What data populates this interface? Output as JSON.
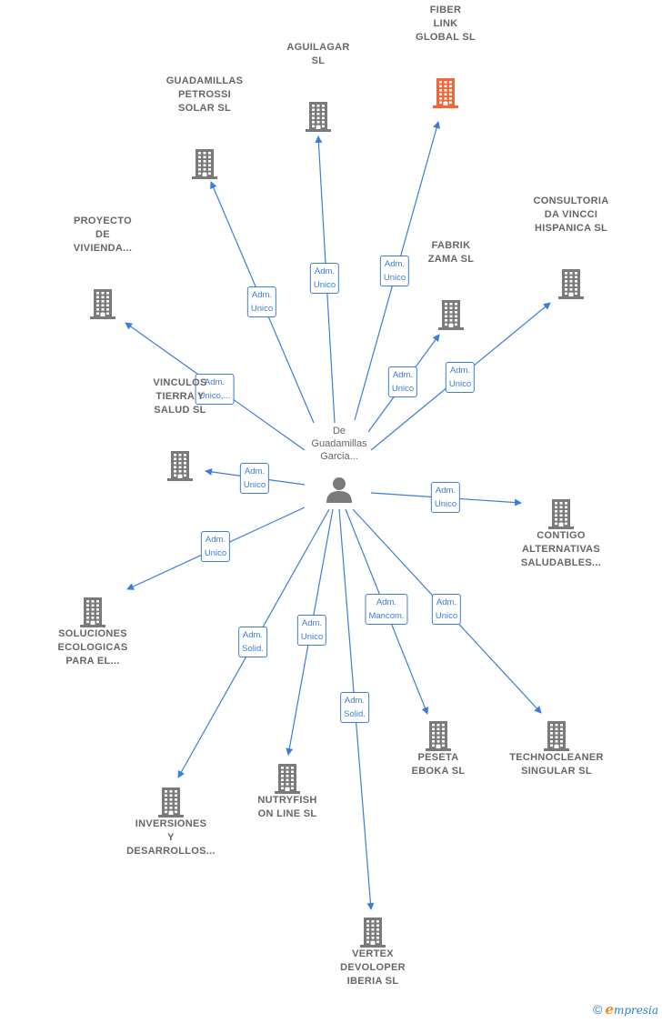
{
  "center": {
    "name": "De\nGuadamillas\nGarcia...",
    "icon": "person-icon"
  },
  "nodes": [
    {
      "id": "fiber-link-global",
      "name": "FIBER\nLINK\nGLOBAL  SL",
      "role": "Adm.\nUnico",
      "highlight": true,
      "icon": "building-icon"
    },
    {
      "id": "aguilagar",
      "name": "AGUILAGAR\nSL",
      "role": "Adm.\nUnico",
      "highlight": false,
      "icon": "building-icon"
    },
    {
      "id": "guadamillas-petrossi",
      "name": "GUADAMILLAS\nPETROSSI\nSOLAR  SL",
      "role": "Adm.\nUnico",
      "highlight": false,
      "icon": "building-icon"
    },
    {
      "id": "proyecto-de-vivienda",
      "name": "PROYECTO\nDE\nVIVIENDA...",
      "role": "Adm.\nUnico,...",
      "highlight": false,
      "icon": "building-icon"
    },
    {
      "id": "consultoria-da-vincci",
      "name": "CONSULTORIA\nDA VINCCI\nHISPANICA SL",
      "role": "Adm.\nUnico",
      "highlight": false,
      "icon": "building-icon"
    },
    {
      "id": "fabrik-zama",
      "name": "FABRIK\nZAMA SL",
      "role": "Adm.\nUnico",
      "highlight": false,
      "icon": "building-icon"
    },
    {
      "id": "vinculos-tierra-y-salud",
      "name": "VINCULOS\nTIERRA Y\nSALUD  SL",
      "role": "Adm.\nUnico",
      "highlight": false,
      "icon": "building-icon"
    },
    {
      "id": "contigo-alternativas",
      "name": "CONTIGO\nALTERNATIVAS\nSALUDABLES...",
      "role": "Adm.\nUnico",
      "highlight": false,
      "icon": "building-icon"
    },
    {
      "id": "soluciones-ecologicas",
      "name": "SOLUCIONES\nECOLOGICAS\nPARA EL...",
      "role": "Adm.\nUnico",
      "highlight": false,
      "icon": "building-icon"
    },
    {
      "id": "inversiones-y-desarrollos",
      "name": "INVERSIONES\nY\nDESARROLLOS...",
      "role": "Adm.\nSolid.",
      "highlight": false,
      "icon": "building-icon"
    },
    {
      "id": "nutryfish-on-line",
      "name": "NUTRYFISH\nON LINE SL",
      "role": "Adm.\nUnico",
      "highlight": false,
      "icon": "building-icon"
    },
    {
      "id": "vertex-devoloper-iberia",
      "name": "VERTEX\nDEVOLOPER\nIBERIA  SL",
      "role": "Adm.\nSolid.",
      "highlight": false,
      "icon": "building-icon"
    },
    {
      "id": "peseta-eboka",
      "name": "PESETA\nEBOKA SL",
      "role": "Adm.\nMancom.",
      "highlight": false,
      "icon": "building-icon"
    },
    {
      "id": "technocleaner-singular",
      "name": "TECHNOCLEANER\nSINGULAR  SL",
      "role": "Adm.\nUnico",
      "highlight": false,
      "icon": "building-icon"
    }
  ],
  "colors": {
    "edge": "#3b7dd8",
    "building": "#7a7a7a",
    "building_highlight": "#f0673a",
    "person": "#7a7a7a"
  },
  "footer": {
    "copyright_symbol": "©",
    "brand_first": "e",
    "brand_rest": "mpresia"
  }
}
